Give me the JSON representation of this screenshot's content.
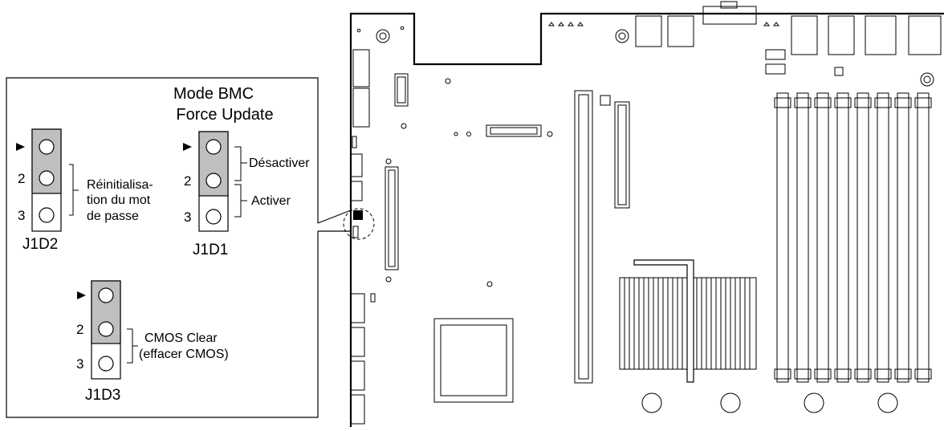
{
  "callout": {
    "title_line1": "Mode BMC",
    "title_line2": "Force Update"
  },
  "jumpers": [
    {
      "name": "J1D2",
      "pin2": "2",
      "pin3": "3",
      "label_lines": [
        "Réinitialisa-",
        "tion du mot",
        "de passe"
      ]
    },
    {
      "name": "J1D1",
      "pin2": "2",
      "pin3": "3",
      "label_disable": "Désactiver",
      "label_enable": "Activer"
    },
    {
      "name": "J1D3",
      "pin2": "2",
      "pin3": "3",
      "label_lines": [
        "CMOS Clear",
        "(effacer CMOS)"
      ]
    }
  ],
  "colors": {
    "line": "#000000",
    "jumper_fill": "#bfbfbf",
    "background": "#ffffff"
  }
}
